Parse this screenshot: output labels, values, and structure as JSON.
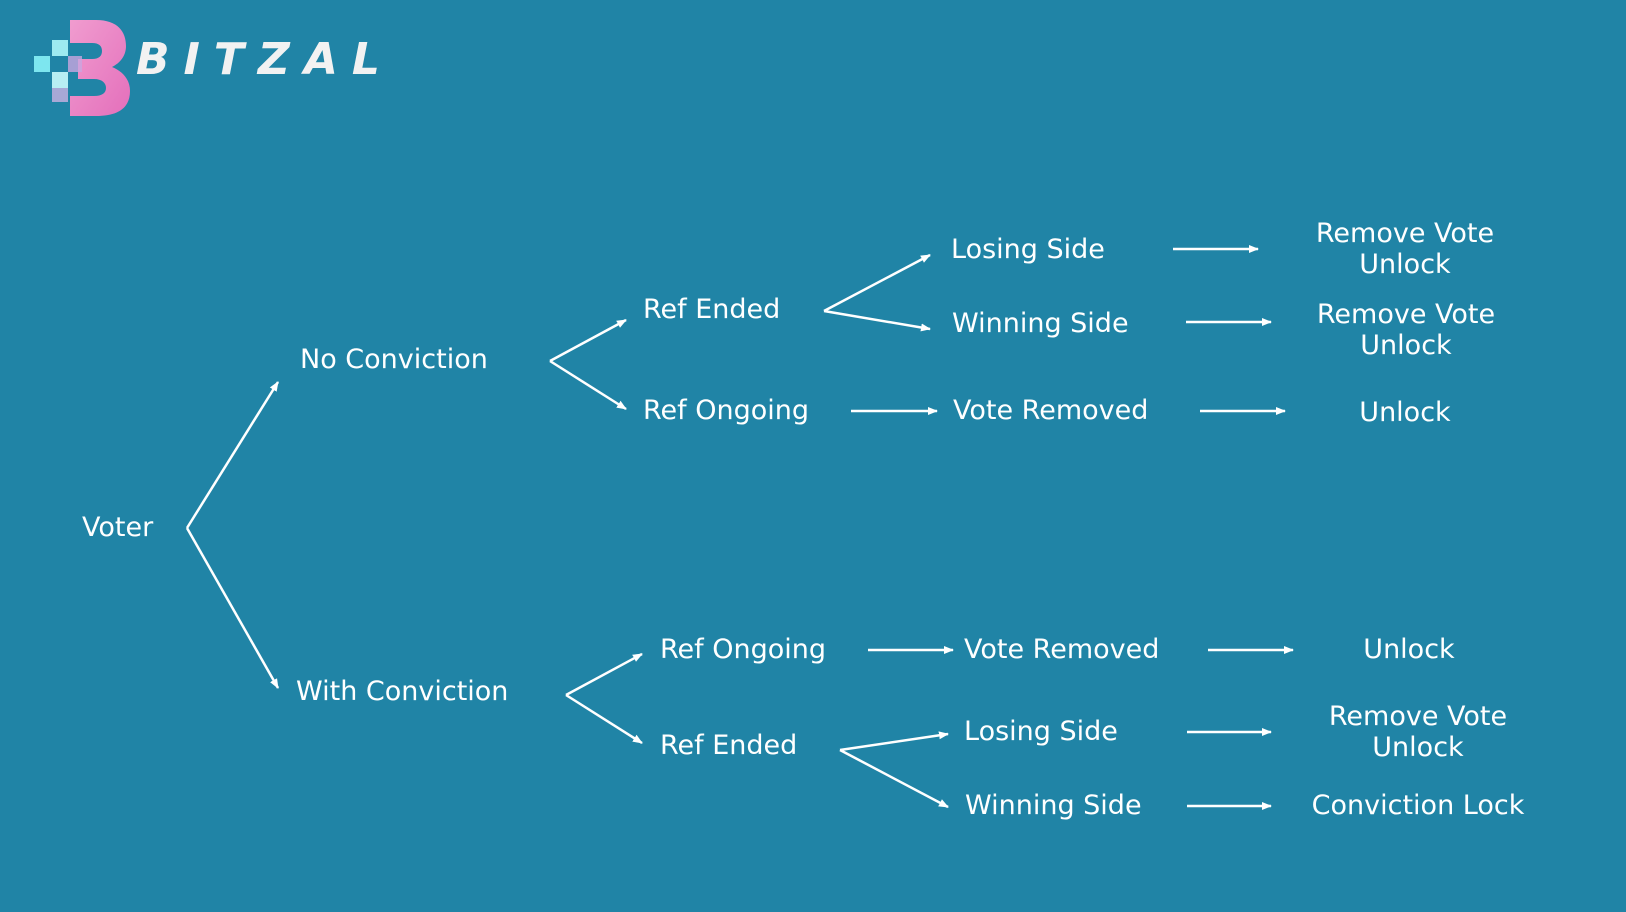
{
  "brand": {
    "name": "BITZAL",
    "mark_letter": "B",
    "colors": {
      "background": "#2084a6",
      "mark_pink": "#e97fc3",
      "mark_cyan": "#7de6ef",
      "text": "#ffffff"
    }
  },
  "tree": {
    "root": "Voter",
    "no_conviction": {
      "label": "No Conviction",
      "ref_ended": {
        "label": "Ref Ended",
        "losing_side": {
          "label": "Losing Side",
          "outcome": [
            "Remove Vote",
            "Unlock"
          ]
        },
        "winning_side": {
          "label": "Winning Side",
          "outcome": [
            "Remove Vote",
            "Unlock"
          ]
        }
      },
      "ref_ongoing": {
        "label": "Ref Ongoing",
        "action": "Vote Removed",
        "outcome": "Unlock"
      }
    },
    "with_conviction": {
      "label": "With Conviction",
      "ref_ongoing": {
        "label": "Ref Ongoing",
        "action": "Vote Removed",
        "outcome": "Unlock"
      },
      "ref_ended": {
        "label": "Ref Ended",
        "losing_side": {
          "label": "Losing Side",
          "outcome": [
            "Remove Vote",
            "Unlock"
          ]
        },
        "winning_side": {
          "label": "Winning Side",
          "outcome": "Conviction Lock"
        }
      }
    }
  }
}
